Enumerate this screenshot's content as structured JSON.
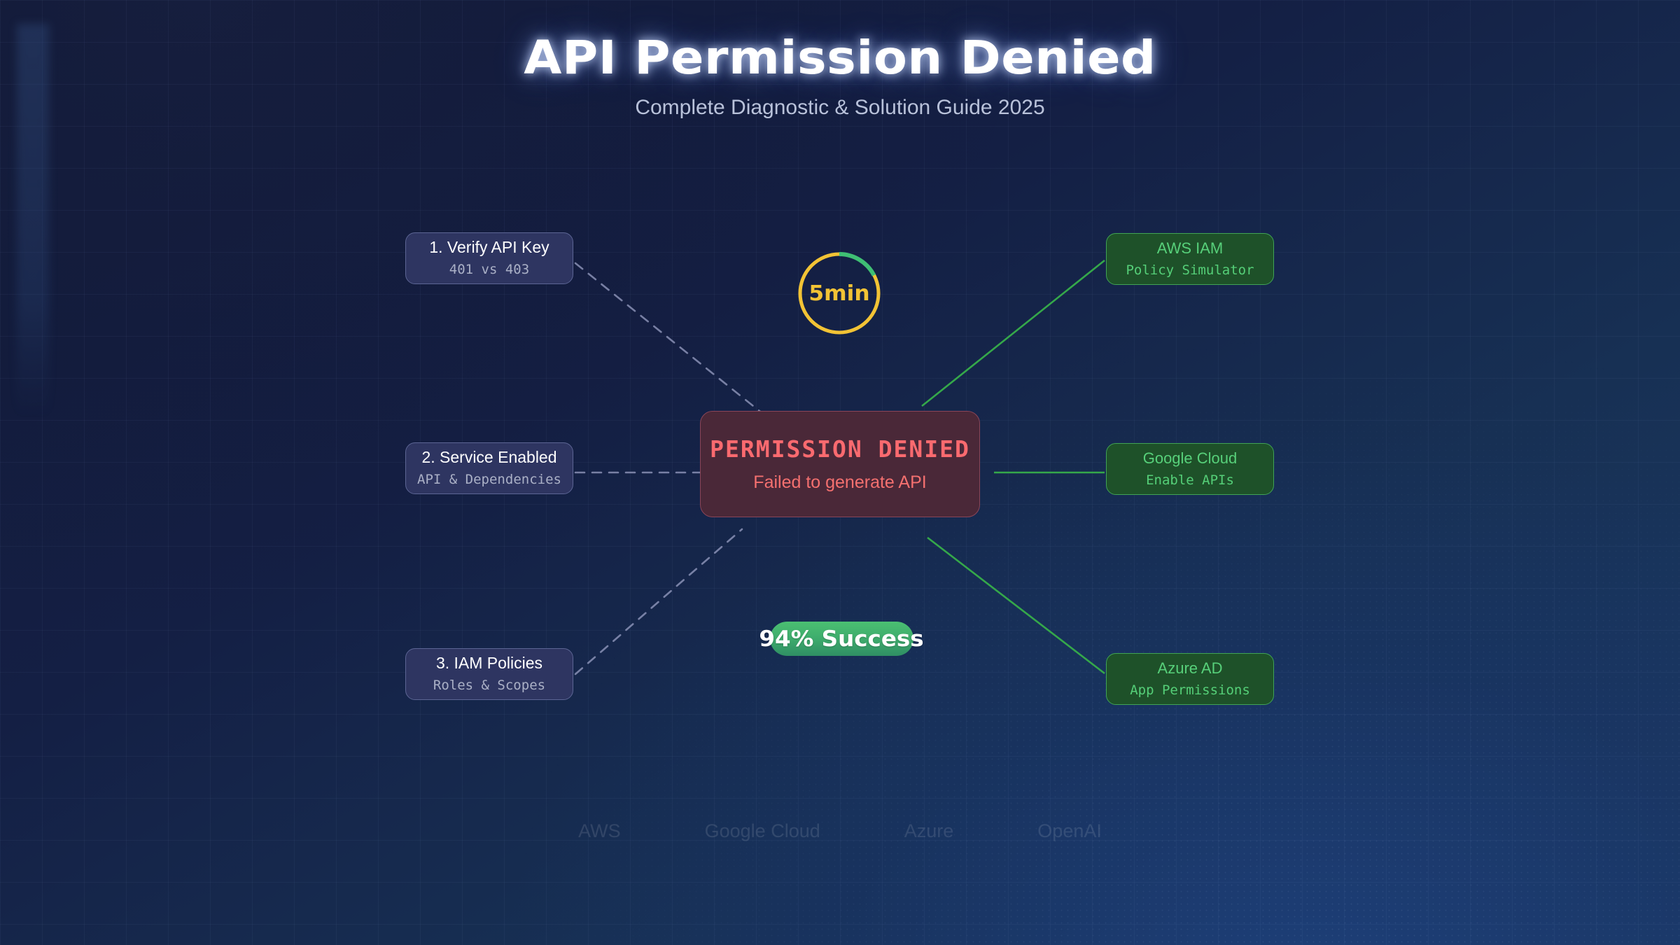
{
  "header": {
    "title": "API Permission Denied",
    "subtitle": "Complete Diagnostic & Solution Guide 2025"
  },
  "center": {
    "title": "PERMISSION DENIED",
    "subtitle": "Failed to generate API"
  },
  "timer": {
    "label": "5min"
  },
  "success": {
    "label": "94% Success"
  },
  "steps": [
    {
      "title": "1. Verify API Key",
      "sub": "401 vs 403"
    },
    {
      "title": "2. Service Enabled",
      "sub": "API & Dependencies"
    },
    {
      "title": "3. IAM Policies",
      "sub": "Roles & Scopes"
    }
  ],
  "fixes": [
    {
      "title": "AWS IAM",
      "sub": "Policy Simulator"
    },
    {
      "title": "Google Cloud",
      "sub": "Enable APIs"
    },
    {
      "title": "Azure AD",
      "sub": "App Permissions"
    }
  ],
  "footer": {
    "brands": [
      "AWS",
      "Google Cloud",
      "Azure",
      "OpenAI"
    ]
  },
  "colors": {
    "background": "#141f44",
    "title_glow": "#ffffff",
    "subtitle": "#b9c2da",
    "step_fill": "#2e3561",
    "step_border": "#5c6594",
    "step_title": "#ffffff",
    "step_sub": "#aab0c6",
    "fix_fill": "#1e5129",
    "fix_border": "#41a355",
    "fix_text": "#57d07a",
    "center_fill": "#4a2838",
    "center_border": "#8a4558",
    "center_text": "#fa6a6f",
    "timer_ring": "#f2c335",
    "timer_arc": "#3fbf74",
    "timer_text": "#f2c335",
    "success_gradient_top": "#4bbf72",
    "success_gradient_bottom": "#2f8f64",
    "success_text": "#ffffff",
    "link_dashed": "#9aa0c4",
    "link_solid": "#35a84a"
  }
}
